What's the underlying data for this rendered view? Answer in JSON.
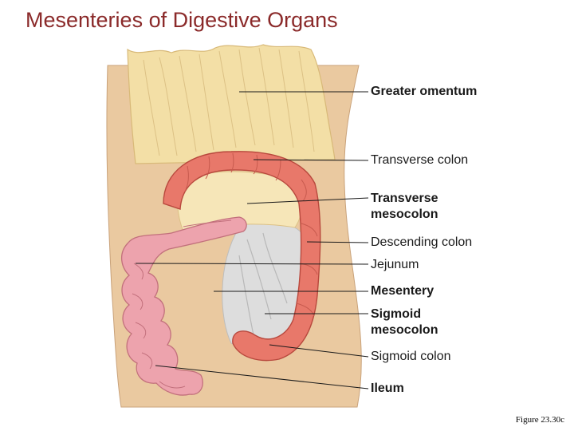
{
  "title": "Mesenteries of Digestive Organs",
  "labels": {
    "greater_omentum": "Greater omentum",
    "transverse_colon": "Transverse colon",
    "transverse_mesocolon_1": "Transverse",
    "transverse_mesocolon_2": "mesocolon",
    "descending_colon": "Descending colon",
    "jejunum": "Jejunum",
    "mesentery": "Mesentery",
    "sigmoid_mesocolon_1": "Sigmoid",
    "sigmoid_mesocolon_2": "mesocolon",
    "sigmoid_colon": "Sigmoid colon",
    "ileum": "Ileum"
  },
  "caption": "Figure 23.30c",
  "colors": {
    "title": "#8b2a2a",
    "body_wall": "#eac9a0",
    "omentum": "#f3dfa6",
    "colon": "#e8786a",
    "small_intestine": "#eda3ad",
    "mesentery": "#dcdcdc"
  }
}
